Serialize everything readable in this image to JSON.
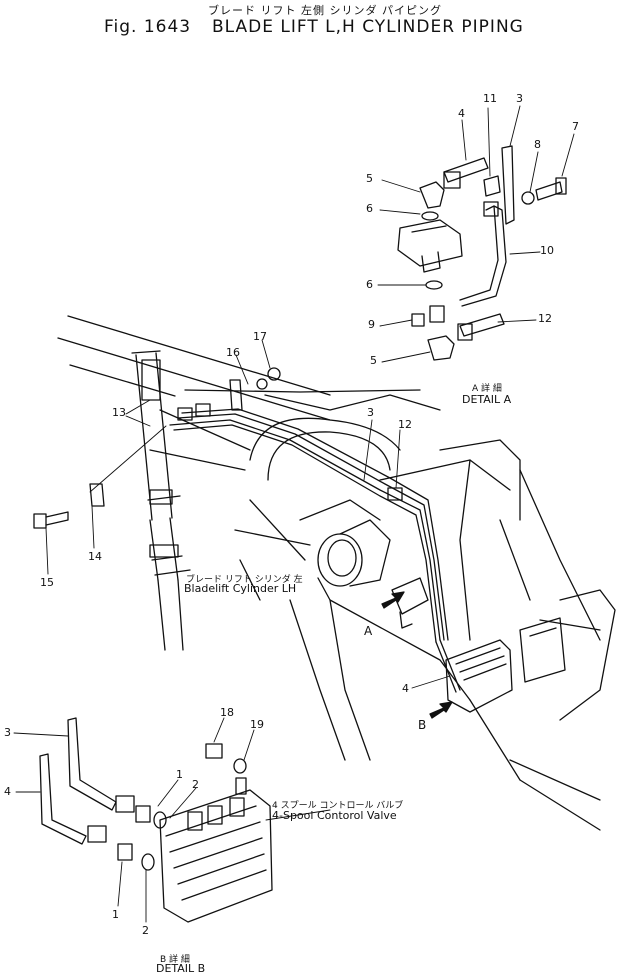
{
  "header": {
    "jp_title": "ブレード リフト 左側 シリンダ パイピング",
    "fig_label": "Fig. 1643",
    "en_title": "BLADE LIFT L,H CYLINDER PIPING"
  },
  "labels": {
    "cylinder_jp": "ブレード リフト シリンダ 左",
    "cylinder_en": "Bladelift Cylinder LH",
    "valve_jp": "4 スプール コントロール バルブ",
    "valve_en": "4-Spool Contorol Valve",
    "detail_a_jp": "A 詳 細",
    "detail_a_en": "DETAIL A",
    "detail_b_jp": "B 詳 細",
    "detail_b_en": "DETAIL B",
    "arrow_a": "A",
    "arrow_b": "B"
  },
  "callouts": {
    "c11": "11",
    "c3a": "3",
    "c4a": "4",
    "c8": "8",
    "c7": "7",
    "c5a": "5",
    "c6a": "6",
    "c10": "10",
    "c6b": "6",
    "c9": "9",
    "c12a": "12",
    "c5b": "5",
    "c17": "17",
    "c16": "16",
    "c13": "13",
    "c3m": "3",
    "c12m": "12",
    "c14": "14",
    "c15": "15",
    "c4m": "4",
    "c3b": "3",
    "c4b": "4",
    "c18": "18",
    "c19": "19",
    "c1a": "1",
    "c2a": "2",
    "c1b": "1",
    "c2b": "2"
  }
}
